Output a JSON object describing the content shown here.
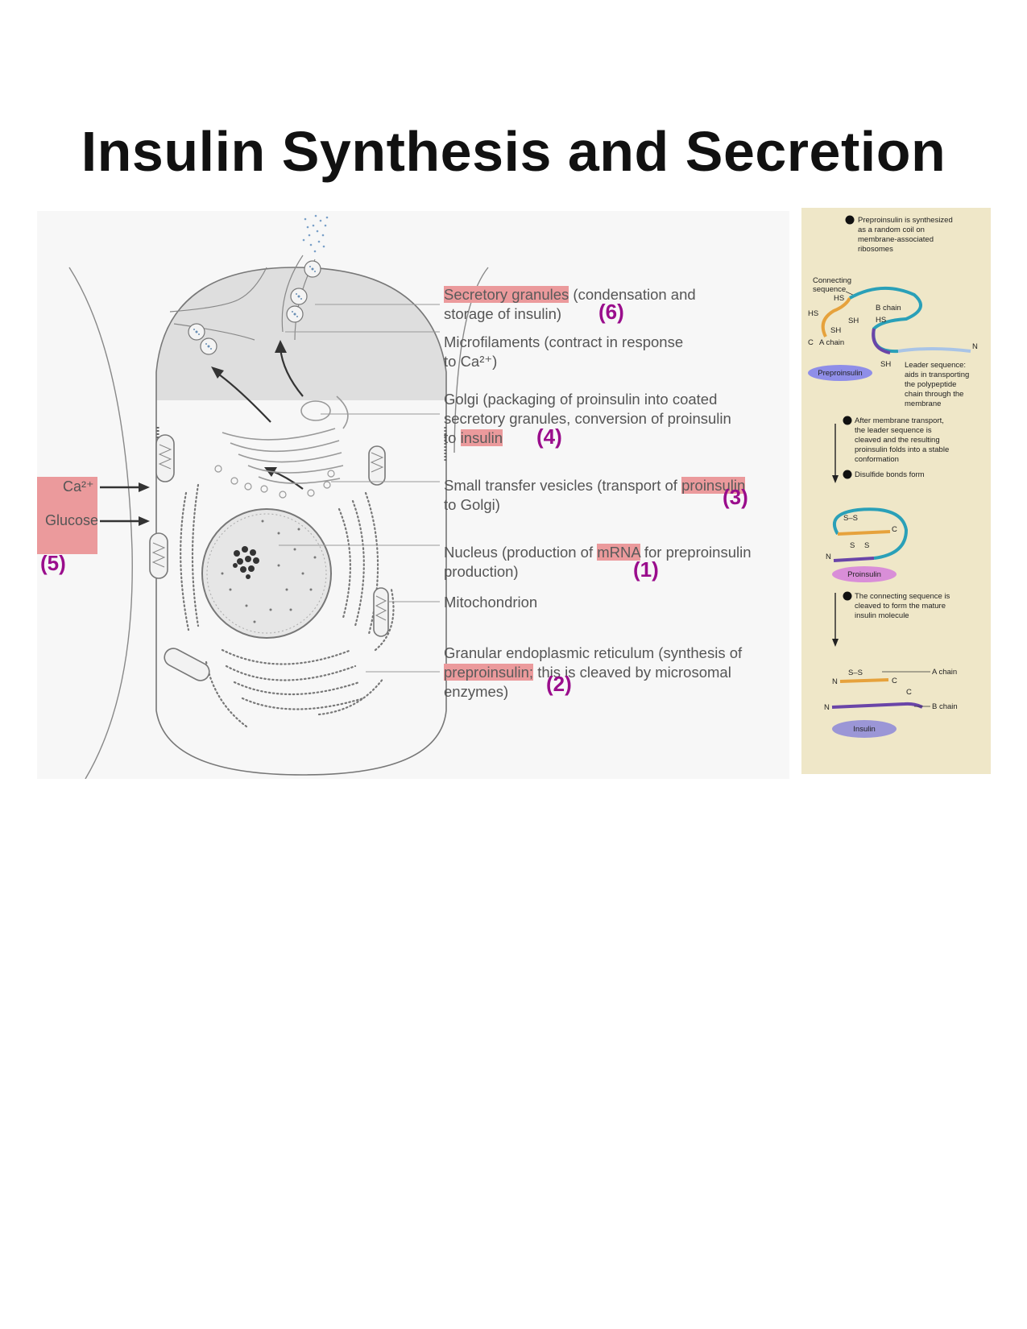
{
  "title": "Insulin Synthesis and Secretion",
  "labels": {
    "secretory": {
      "hl": "Secretory granules",
      "rest1": " (condensation and",
      "line2": "storage of insulin) ",
      "num": "(6)"
    },
    "microfilaments": {
      "line1": "Microfilaments (contract in response",
      "line2": "to Ca²⁺)"
    },
    "golgi": {
      "line1": "Golgi (packaging of proinsulin into coated",
      "line2": "secretory granules, conversion of proinsulin",
      "pre3": "to ",
      "hl": "insulin",
      "num": "(4)"
    },
    "vesicles": {
      "pre1": "Small transfer vesicles (transport of ",
      "hl": "proinsulin",
      "line2": "to Golgi)",
      "num": "(3)"
    },
    "nucleus": {
      "pre1": "Nucleus (production of ",
      "hl": "mRNA",
      "rest1": " for preproinsulin",
      "line2": "production)",
      "num": "(1)"
    },
    "mitochondrion": {
      "line1": "Mitochondrion"
    },
    "er": {
      "line1": "Granular endoplasmic reticulum (synthesis of",
      "hl": "preproinsulin;",
      "rest2": " this is cleaved by microsomal",
      "line3": "enzymes) ",
      "num": "(2)"
    }
  },
  "stimuli": {
    "ca": "Ca²⁺",
    "glucose": "Glucose",
    "num": "(5)"
  },
  "right": {
    "step1": [
      "Preproinsulin is synthesized",
      "as a random coil on",
      "membrane-associated",
      "ribosomes"
    ],
    "connecting": [
      "Connecting",
      "sequence"
    ],
    "bchain": "B chain",
    "achain": "A chain",
    "leader": [
      "Leader sequence:",
      "aids in transporting",
      "the polypeptide",
      "chain through the",
      "membrane"
    ],
    "preproinsulin_badge": "Preproinsulin",
    "step2": [
      "After membrane transport,",
      "the leader sequence is",
      "cleaved and the resulting",
      "proinsulin folds into a stable",
      "conformation"
    ],
    "step3": "Disulfide bonds form",
    "proinsulin_badge": "Proinsulin",
    "step4": [
      "The connecting sequence is",
      "cleaved to form the mature",
      "insulin molecule"
    ],
    "achain2": "A chain",
    "bchain2": "B chain",
    "insulin_badge": "Insulin",
    "hs": "HS",
    "sh": "SH",
    "n": "N",
    "c": "C",
    "ss": "S–S",
    "s": "S"
  }
}
